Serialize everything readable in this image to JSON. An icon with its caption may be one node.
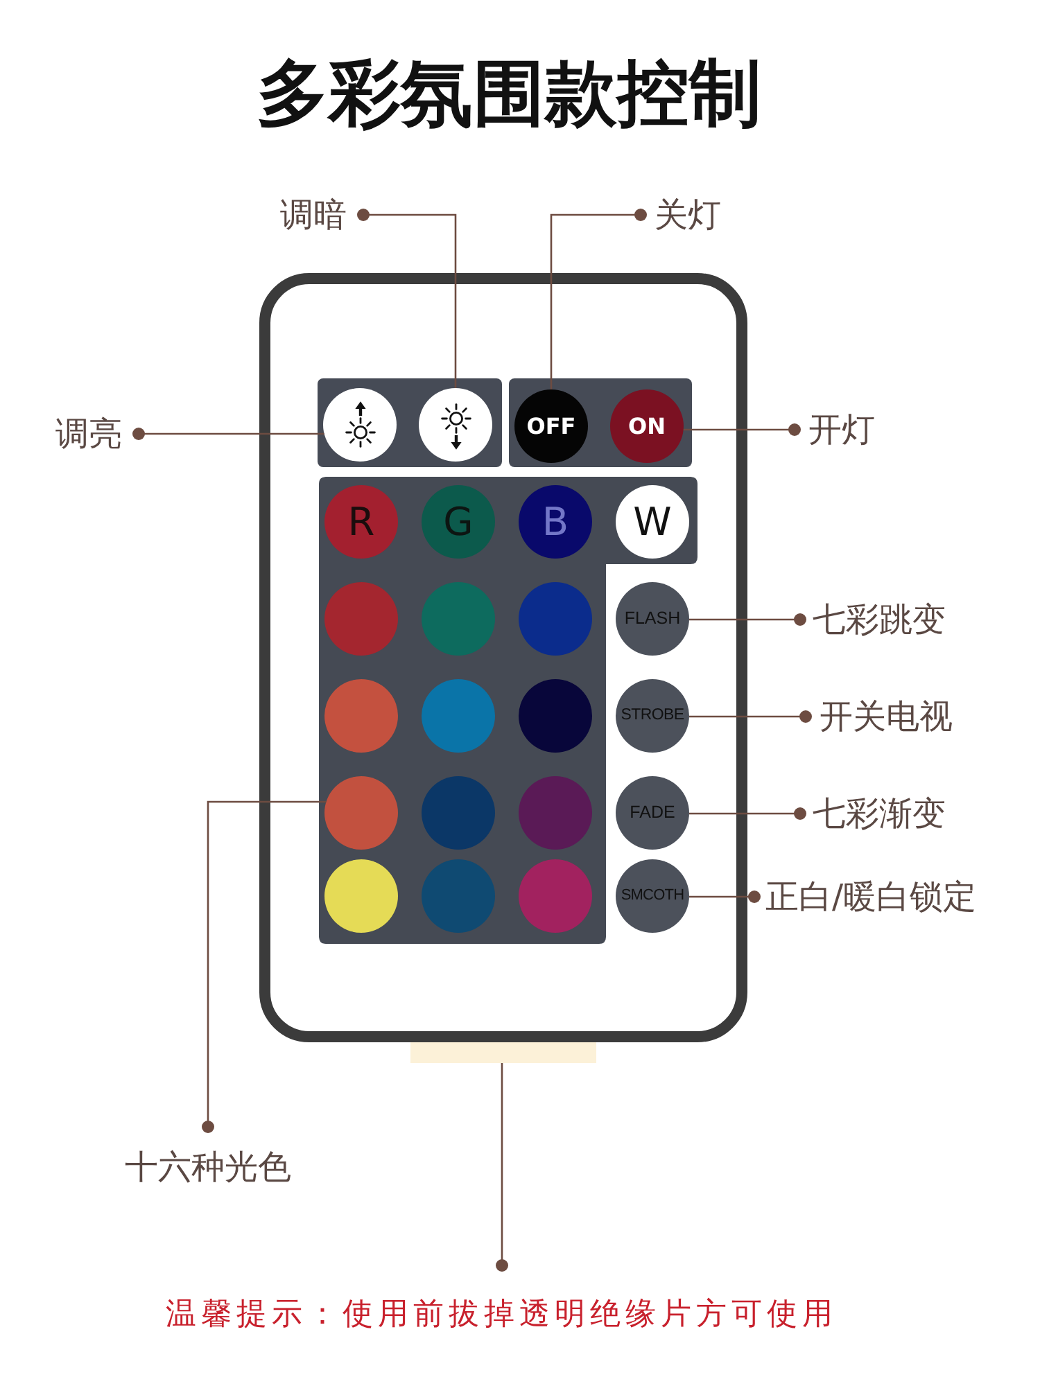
{
  "diagram": {
    "title": "多彩氛围款控制",
    "nodes": [
      {
        "text": [],
        "shape": "box"
      },
      {
        "text": [],
        "shape": "box",
        "in": 0
      },
      {
        "text": [],
        "shape": "circle",
        "in": 1
      },
      {
        "text": [],
        "shape": "circle",
        "in": 1
      },
      {
        "text": [],
        "shape": "box",
        "in": 0
      },
      {
        "text": [
          "OFF"
        ],
        "in": 4
      },
      {
        "text": [
          "ON"
        ],
        "in": 4
      },
      {
        "text": [],
        "shape": "box",
        "in": 0
      },
      {
        "text": [
          "R"
        ],
        "in": 7
      },
      {
        "text": [
          "G"
        ],
        "in": 7
      },
      {
        "text": [
          "B"
        ],
        "in": 7
      },
      {
        "text": [
          "W"
        ],
        "in": 7
      },
      {
        "text": [],
        "shape": "circle",
        "in": 7
      },
      {
        "text": [],
        "shape": "circle",
        "in": 7
      },
      {
        "text": [],
        "shape": "circle",
        "in": 7
      },
      {
        "text": [],
        "shape": "circle",
        "in": 7
      },
      {
        "text": [],
        "shape": "circle",
        "in": 7
      },
      {
        "text": [],
        "shape": "circle",
        "in": 7
      },
      {
        "text": [],
        "shape": "circle",
        "in": 7
      },
      {
        "text": [],
        "shape": "circle",
        "in": 7
      },
      {
        "text": [],
        "shape": "circle",
        "in": 7
      },
      {
        "text": [],
        "shape": "circle",
        "in": 7
      },
      {
        "text": [],
        "shape": "circle",
        "in": 7
      },
      {
        "text": [],
        "shape": "circle",
        "in": 7
      },
      {
        "text": [
          "FLASH"
        ],
        "in": 0
      },
      {
        "text": [
          "STROBE"
        ],
        "in": 0
      },
      {
        "text": [
          "FADE"
        ],
        "in": 0
      },
      {
        "text": [
          "SMCOTH"
        ],
        "in": 0
      },
      {
        "text": [],
        "shape": "bar"
      },
      {
        "text": [
          "调暗"
        ]
      },
      {
        "text": [
          "关灯"
        ]
      },
      {
        "text": [
          "调亮"
        ]
      },
      {
        "text": [
          "开灯"
        ]
      },
      {
        "text": [
          "七彩跳变"
        ]
      },
      {
        "text": [
          "开关电视"
        ]
      },
      {
        "text": [
          "七彩渐变"
        ]
      },
      {
        "text": [
          "正白/暖白锁定"
        ]
      },
      {
        "text": [
          "十六种光色"
        ]
      },
      {
        "text": [
          "温馨提示：使用前拔掉透明绝缘片方可使用"
        ]
      }
    ],
    "edges": [
      {
        "from": 29,
        "to": 3,
        "arrow": "other"
      },
      {
        "from": 30,
        "to": 5,
        "arrow": "other"
      },
      {
        "from": 31,
        "to": 2,
        "arrow": "other"
      },
      {
        "from": 32,
        "to": 6,
        "arrow": "other"
      },
      {
        "from": 33,
        "to": 24,
        "arrow": "other"
      },
      {
        "from": 34,
        "to": 25,
        "arrow": "other"
      },
      {
        "from": 35,
        "to": 26,
        "arrow": "other"
      },
      {
        "from": 36,
        "to": 27,
        "arrow": "other"
      },
      {
        "from": 37,
        "to": 18,
        "arrow": "other"
      },
      {
        "from": 38,
        "to": 28,
        "arrow": "other"
      }
    ]
  }
}
